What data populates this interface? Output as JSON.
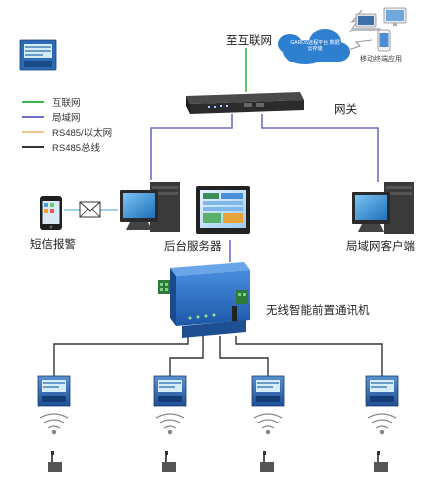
{
  "labels": {
    "internet": "至互联网",
    "gateway": "网关",
    "cloud": "GARDS远程平台 数据云存储",
    "mobile": "移动终端应用",
    "sms": "短信报警",
    "server": "后台服务器",
    "client": "局域网客户端",
    "gprs": "无线智能前置通讯机"
  },
  "legend": [
    {
      "label": "互联网",
      "color": "#3cb54a"
    },
    {
      "label": "局域网",
      "color": "#6b6fc2"
    },
    {
      "label": "RS485/以太网",
      "color": "#f4c28c"
    },
    {
      "label": "RS485总线",
      "color": "#333333"
    }
  ],
  "colors": {
    "internet": "#3cb54a",
    "lan": "#6b6fc2",
    "bus": "#333333",
    "cloud": "#2f7fd1",
    "device_blue": "#2f6fc7"
  },
  "icons": {
    "cloud": "cloud-icon",
    "gateway": "network-switch-icon",
    "pc": "desktop-computer-icon",
    "phone": "smartphone-icon",
    "envelope": "envelope-icon",
    "meter": "power-meter-icon",
    "wireless": "wireless-signal-icon",
    "antenna": "antenna-icon"
  }
}
